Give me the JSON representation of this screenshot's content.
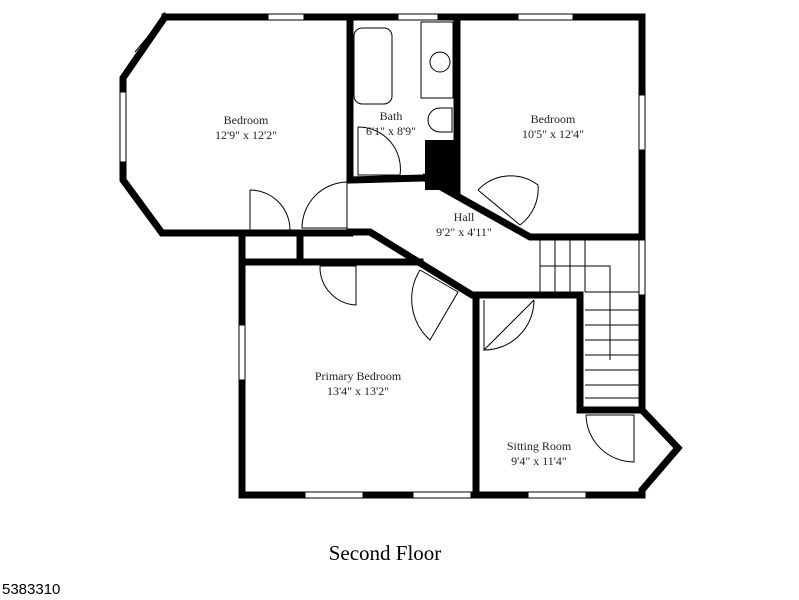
{
  "floor_title": "Second Floor",
  "listing_id": "5383310",
  "rooms": [
    {
      "name": "Bedroom",
      "size": "12'9\" x 12'2\""
    },
    {
      "name": "Bath",
      "size": "6'1\" x 8'9\""
    },
    {
      "name": "Bedroom",
      "size": "10'5\" x 12'4\""
    },
    {
      "name": "Hall",
      "size": "9'2\" x 4'11\""
    },
    {
      "name": "Primary Bedroom",
      "size": "13'4\" x 13'2\""
    },
    {
      "name": "Sitting Room",
      "size": "9'4\" x 11'4\""
    }
  ],
  "colors": {
    "wall": "#000000",
    "background": "#ffffff"
  }
}
